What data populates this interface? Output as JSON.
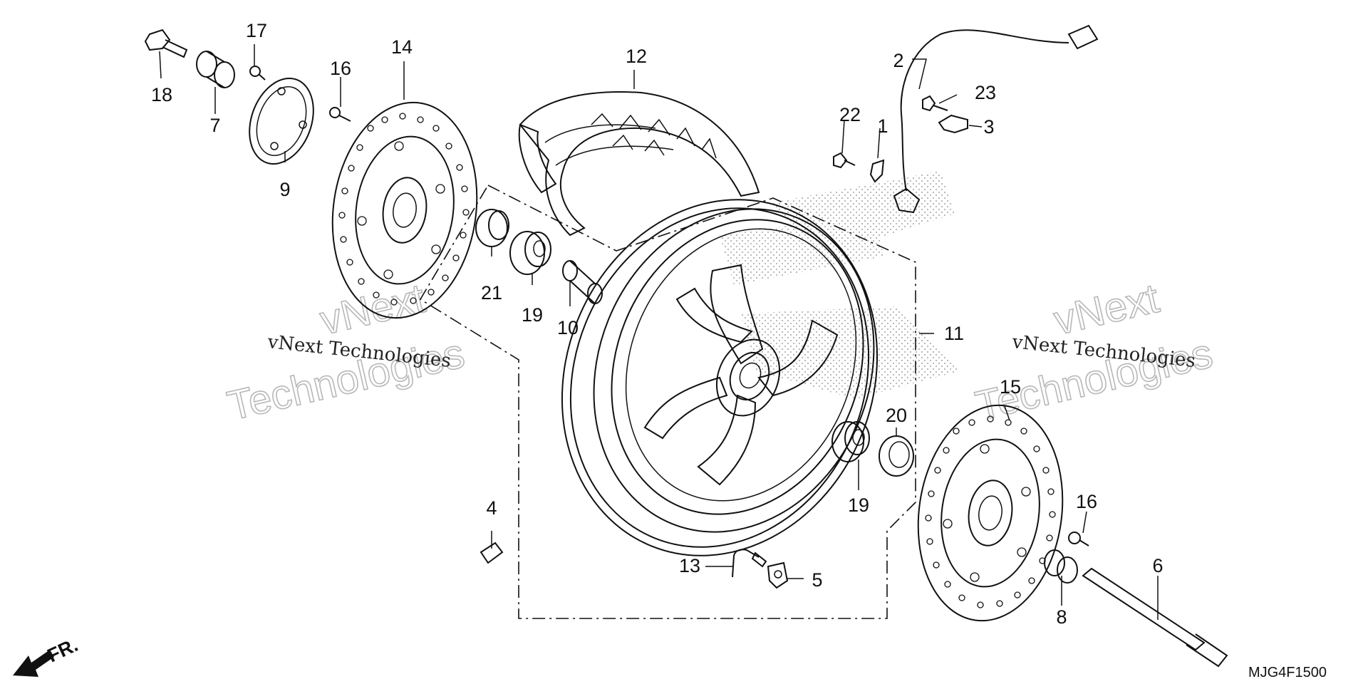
{
  "diagram": {
    "part_numbers": [
      "1",
      "2",
      "3",
      "4",
      "5",
      "6",
      "7",
      "8",
      "9",
      "10",
      "11",
      "12",
      "13",
      "14",
      "15",
      "16",
      "16",
      "17",
      "18",
      "19",
      "19",
      "20",
      "21",
      "22",
      "23"
    ],
    "direction_label": "FR.",
    "drawing_code": "MJG4F1500",
    "watermarks": [
      {
        "brand": "vNext",
        "word": "Technologies",
        "caption": "vNext Technologies"
      },
      {
        "brand": "vNext",
        "word": "Technologies",
        "caption": "vNext Technologies"
      }
    ]
  }
}
